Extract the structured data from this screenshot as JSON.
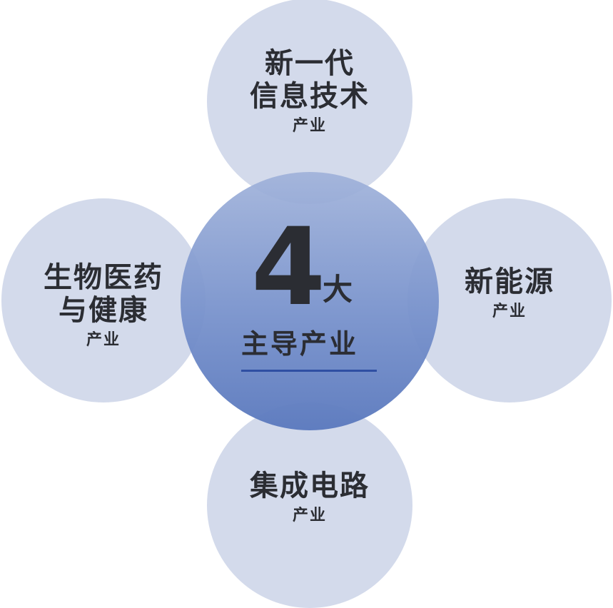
{
  "center": {
    "number": "4",
    "unit": "大",
    "subtitle": "主导产业"
  },
  "industries": {
    "top": {
      "name_line1": "新一代",
      "name_line2": "信息技术",
      "suffix": "产业"
    },
    "left": {
      "name_line1": "生物医药",
      "name_line2": "与健康",
      "suffix": "产业"
    },
    "right": {
      "name_line1": "新能源",
      "suffix": "产业"
    },
    "bottom": {
      "name_line1": "集成电路",
      "suffix": "产业"
    }
  },
  "colors": {
    "outer_circle": "#c6d0e6",
    "center_top": "#a0b2da",
    "center_bottom": "#5c7abe",
    "text": "#2b2d33",
    "underline": "#2f4fa3"
  }
}
